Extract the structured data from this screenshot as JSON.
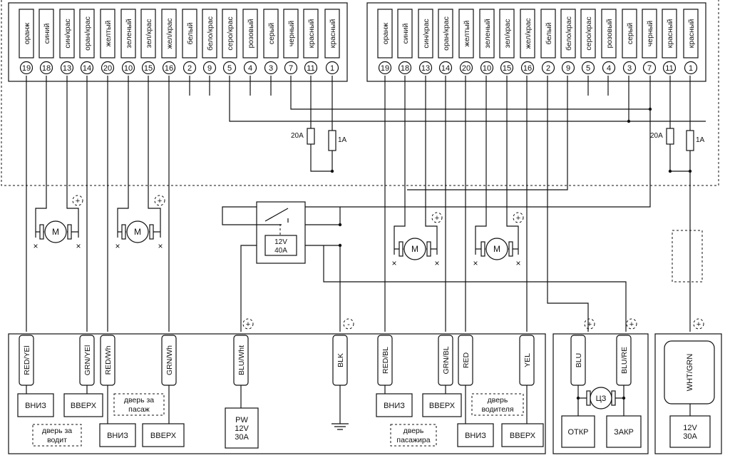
{
  "wire_colors": [
    "оранж",
    "синий",
    "син/крас",
    "оран/крас",
    "желтый",
    "зеленый",
    "зел/крас",
    "жел/крас",
    "белый",
    "бело/крас",
    "серо/крас",
    "розовый",
    "серый",
    "черный",
    "красный",
    "красный"
  ],
  "pin_numbers": [
    "19",
    "18",
    "13",
    "14",
    "20",
    "10",
    "15",
    "16",
    "2",
    "9",
    "5",
    "4",
    "3",
    "7",
    "11",
    "1"
  ],
  "fuses": {
    "left_big": "20A",
    "left_small": "1A",
    "right_big": "20A",
    "right_small": "1A"
  },
  "relay": {
    "line1": "12V",
    "line2": "40A"
  },
  "motor_label": "M",
  "plus_symbol": "+",
  "minus_symbol": "-",
  "cz_label": "ЦЗ",
  "tags": {
    "red_yel": "RED/YEl",
    "grn_yel": "GRN/YEl",
    "red_wh": "RED/Wh",
    "grn_wh": "GRN/Wh",
    "blu_wht": "BLU/Wht",
    "blk": "BLK",
    "red_bl": "RED/BL",
    "grn_bl": "GRN/BL",
    "red": "RED",
    "yel": "YEL",
    "blu": "BLU",
    "blu_re": "BLU/RE",
    "wht_grn": "WHT/GRN"
  },
  "blocks": {
    "down": "ВНИЗ",
    "up": "ВВЕРХ",
    "open": "ОТКР",
    "close": "ЗАКР",
    "pw1": "PW",
    "pw2": "12V",
    "pw3": "30A",
    "psu1": "12V",
    "psu2": "30A"
  },
  "doors": {
    "rear_driver1": "дверь за",
    "rear_driver2": "водит",
    "rear_pass1": "дверь за",
    "rear_pass2": "пасаж",
    "pass1": "дверь",
    "pass2": "пасажира",
    "driver1": "дверь",
    "driver2": "водителя"
  }
}
